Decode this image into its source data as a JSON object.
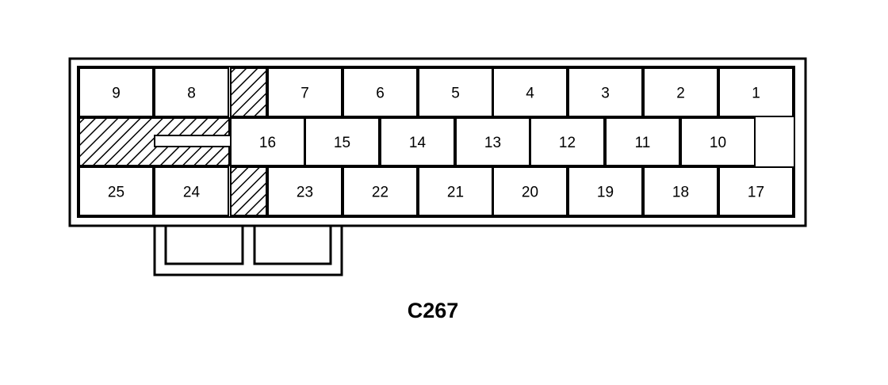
{
  "connector": {
    "name": "C267",
    "pins": {
      "top": [
        "9",
        "8",
        "7",
        "6",
        "5",
        "4",
        "3",
        "2",
        "1"
      ],
      "middle": [
        "16",
        "15",
        "14",
        "13",
        "12",
        "11",
        "10"
      ],
      "bottom": [
        "25",
        "24",
        "23",
        "22",
        "21",
        "20",
        "19",
        "18",
        "17"
      ]
    }
  }
}
